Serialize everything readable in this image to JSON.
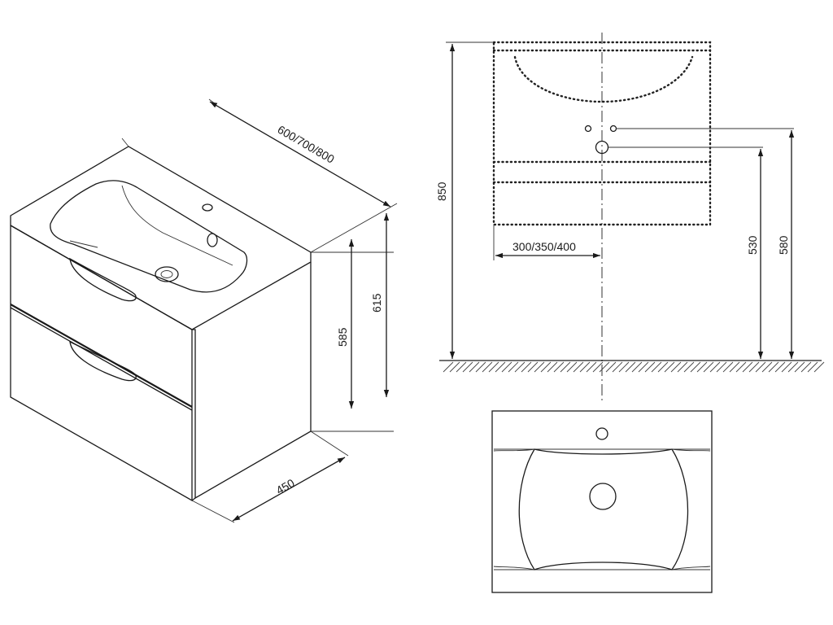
{
  "dimensions": {
    "width": "600/700/800",
    "depth": "450",
    "height_total": "615",
    "height_cabinet": "585",
    "install_height": "850",
    "offset": "300/350/400",
    "drain_height": "530",
    "tap_height": "580"
  }
}
